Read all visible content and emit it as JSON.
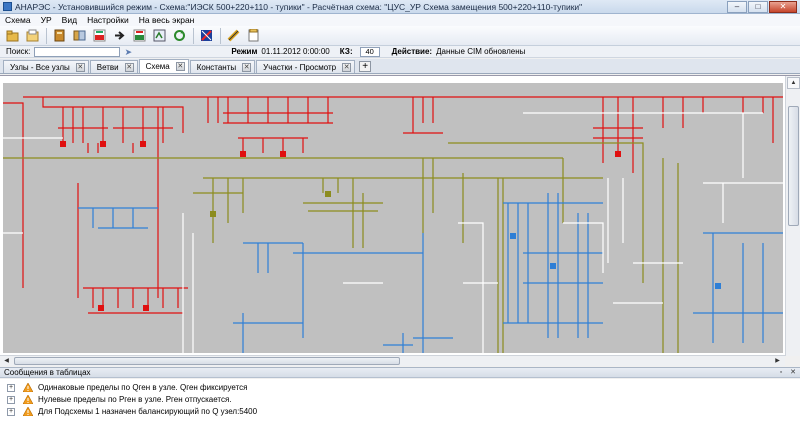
{
  "window": {
    "title": "АНАРЭС - Установившийся режим - Схема:\"ИЭСК 500+220+110 - тупики\" - Расчётная схема: \"ЦУС_УР Схема замещения 500+220+110-тупики\"",
    "minimize": "–",
    "maximize": "□",
    "close": "✕"
  },
  "menu": [
    "Схема",
    "УР",
    "Вид",
    "Настройки",
    "На весь экран"
  ],
  "toolbar": {
    "buttons": [
      "open-icon",
      "folder-icon",
      "book-icon",
      "import-icon",
      "cim-import-icon",
      "arrow-icon",
      "cim-export-icon",
      "calc-icon",
      "refresh-icon",
      "flag-icon",
      "run-icon",
      "report-icon"
    ]
  },
  "infobar": {
    "search_label": "Поиск:",
    "search_value": "",
    "arrow": "➤",
    "mode_label": "Режим",
    "mode_value": "01.11.2012 0:00:00",
    "kz_label": "КЗ:",
    "kz_value": "40",
    "action_label": "Действие:",
    "action_value": "Данные CIM обновлены"
  },
  "tabs": [
    {
      "label": "Узлы - Все узлы",
      "active": false
    },
    {
      "label": "Ветви",
      "active": false
    },
    {
      "label": "Схема",
      "active": true
    },
    {
      "label": "Константы",
      "active": false
    },
    {
      "label": "Участки - Просмотр",
      "active": false
    }
  ],
  "tab_close": "✕",
  "tab_add": "+",
  "scheme": {
    "background": "#c0c0c0",
    "colors": {
      "kv500": "#e01010",
      "kv220": "#8c8c1e",
      "kv110": "#2f7fd6",
      "other": "#ffffff"
    }
  },
  "messages": {
    "title": "Сообщения в таблицах",
    "items": [
      "Одинаковые пределы по Qген в узле. Qген фиксируется",
      "Нулевые пределы по Pген в узле. Pген отпускается.",
      "Для Подсхемы 1 назначен балансирующий по Q узел:5400"
    ]
  }
}
